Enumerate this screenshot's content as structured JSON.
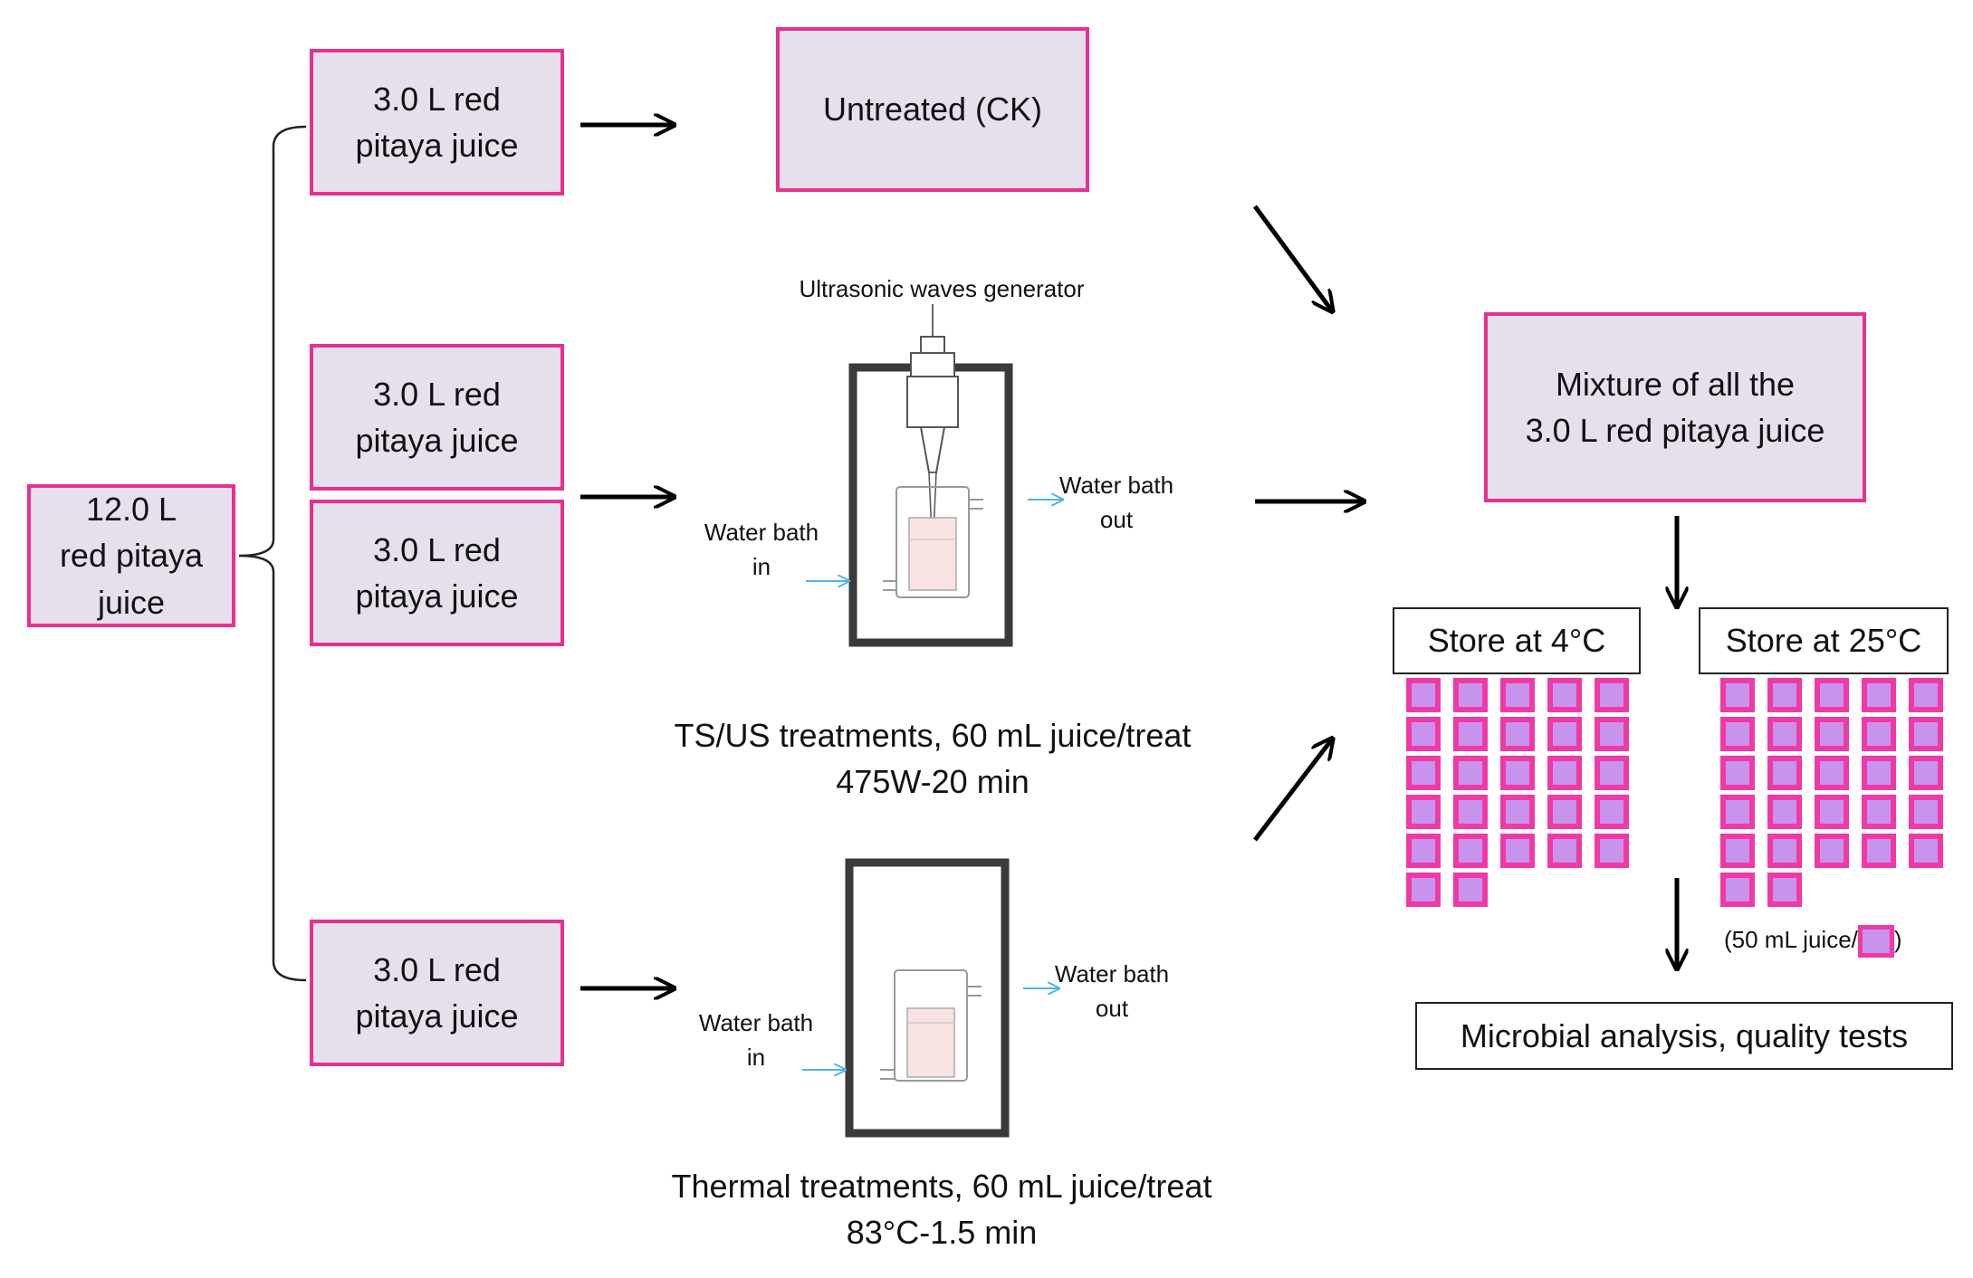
{
  "source": "12.0 L\nred pitaya\njuice",
  "portion_label": "3.0 L red\npitaya juice",
  "untreated": "Untreated (CK)",
  "ultrasonic": {
    "generator_label": "Ultrasonic waves generator",
    "water_in": "Water bath\nin",
    "water_out": "Water bath\nout",
    "caption": "TS/US treatments,  60 mL juice/treat\n475W-20 min"
  },
  "thermal": {
    "water_in": "Water bath\nin",
    "water_out": "Water bath\nout",
    "caption": "Thermal treatments,  60 mL juice/treat\n83°C-1.5 min"
  },
  "mixture": "Mixture  of all the\n3.0 L red pitaya juice",
  "storage": [
    {
      "label": "Store at 4°C",
      "rows": [
        5,
        5,
        5,
        5,
        5,
        2
      ]
    },
    {
      "label": "Store at 25°C",
      "rows": [
        5,
        5,
        5,
        5,
        5,
        2
      ]
    }
  ],
  "sample_note_prefix": "(50 mL juice/",
  "sample_note_suffix": ")",
  "analysis": "Microbial analysis, quality tests",
  "colors": {
    "box_fill": "#e6e0ec",
    "box_border": "#e8308f",
    "cell_fill": "#c893ec",
    "cell_border": "#ef3aa6",
    "water_arrow": "#4fb3e6"
  }
}
